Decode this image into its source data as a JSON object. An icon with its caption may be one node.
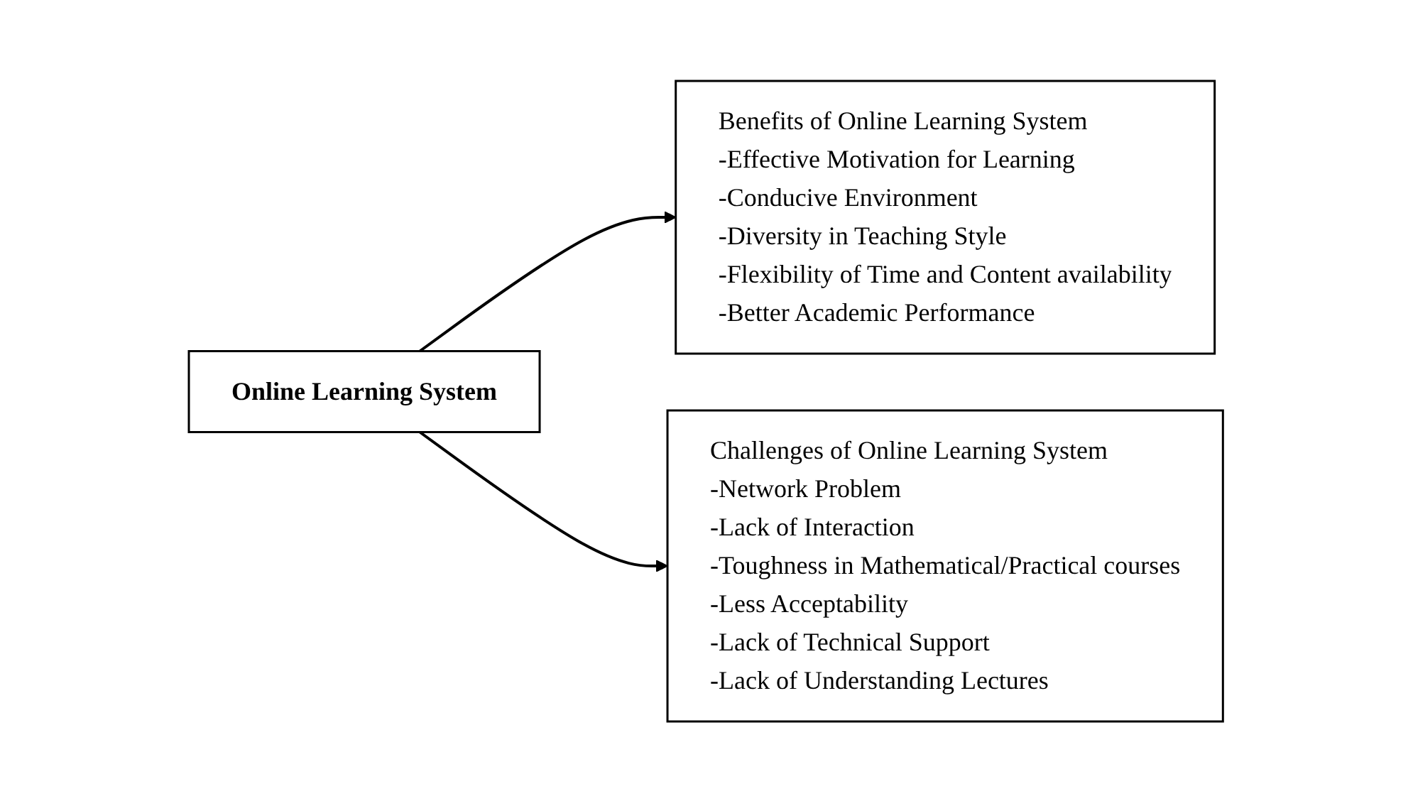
{
  "diagram": {
    "nodes": [
      {
        "text": [
          "Online Learning System"
        ]
      },
      {
        "text": [
          "Benefits of Online Learning System",
          "-Effective Motivation for Learning",
          "-Conducive Environment",
          "-Diversity in Teaching Style",
          "-Flexibility of Time and Content availability",
          "-Better Academic Performance"
        ]
      },
      {
        "text": [
          "Challenges of Online Learning System",
          "-Network Problem",
          "-Lack of Interaction",
          "-Toughness in Mathematical/Practical courses",
          "-Less Acceptability",
          "-Lack of Technical Support",
          "-Lack of Understanding Lectures"
        ]
      }
    ],
    "edges": [
      {
        "from": 0,
        "to": 1,
        "arrow": "to"
      },
      {
        "from": 0,
        "to": 2,
        "arrow": "to"
      }
    ]
  }
}
